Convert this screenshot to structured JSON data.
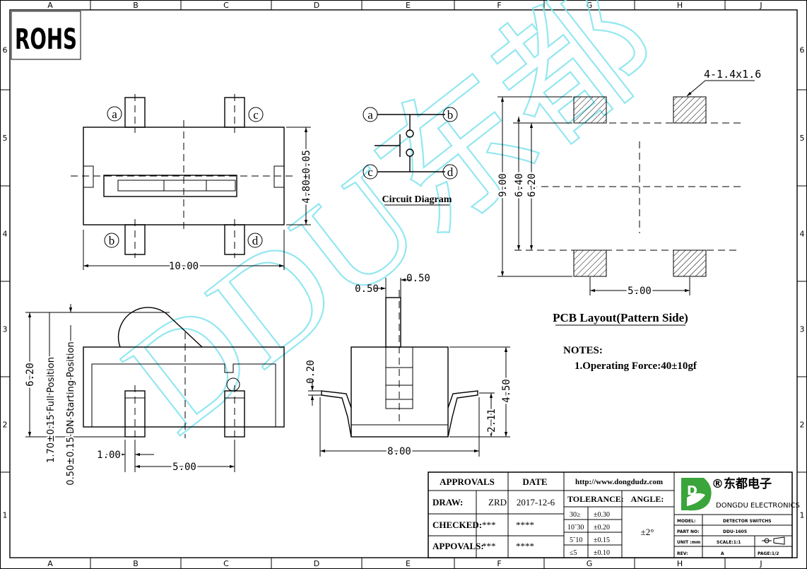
{
  "compliance_mark": "ROHS",
  "grid": {
    "columns": [
      "A",
      "B",
      "C",
      "D",
      "E",
      "F",
      "G",
      "H",
      "J"
    ],
    "rows": [
      "6",
      "5",
      "4",
      "3",
      "2",
      "1"
    ]
  },
  "pins": {
    "a": "a",
    "b": "b",
    "c": "c",
    "d": "d"
  },
  "top_view": {
    "width_dim": "10.00",
    "height_dim": "4.80±0.05"
  },
  "circuit": {
    "caption": "Circuit Diagram"
  },
  "pcb": {
    "pad_callout": "4-1.4x1.6",
    "dim_total": "9.00",
    "dim_outer": "6.40",
    "dim_inner": "6.20",
    "dim_pitch": "5.00",
    "caption": "PCB Layout(Pattern Side)"
  },
  "side_view": {
    "height_dim": "6.20",
    "full_position": "1.70±0.15  Full Position",
    "dn_position": "0.50±0.15  DN  Starting  Position",
    "pin_width": "1.00",
    "pin_pitch": "5.00"
  },
  "front_view": {
    "actuator_left": "0.50",
    "actuator_right": "0.50",
    "lead_thickness": "0.20",
    "height_dim": "4.50",
    "lead_height": "2.11",
    "width_dim": "8.00"
  },
  "notes": {
    "title": "NOTES:",
    "items": [
      "1.Operating Force:40±10gf"
    ]
  },
  "title_block": {
    "approvals_header": "APPROVALS",
    "date_header": "DATE",
    "rows": [
      {
        "label": "DRAW:",
        "name": "ZRD",
        "date": "2017-12-6"
      },
      {
        "label": "CHECKED:",
        "name": "***",
        "date": "****"
      },
      {
        "label": "APPOVALS:",
        "name": "***",
        "date": "****"
      }
    ],
    "website": "http://www.dongdudz.com",
    "tolerance_header": "TOLERANCE:",
    "angle_header": "ANGLE:",
    "tolerances": [
      {
        "range": "30≥",
        "value": "±0.30"
      },
      {
        "range": "10˜30",
        "value": "±0.20"
      },
      {
        "range": "5˜10",
        "value": "±0.15"
      },
      {
        "range": "≤5",
        "value": "±0.10"
      }
    ],
    "angle_value": "±2°",
    "company_cn": "®东都电子",
    "company_en": "DONGDU ELECTRONICS",
    "logo_letter": "D",
    "info": [
      {
        "label": "MODEL:",
        "value": "DETECTOR SWITCHS"
      },
      {
        "label": "PART NO:",
        "value": "DDU-1605"
      },
      {
        "label": "UNIT :mm",
        "value": "SCALE:1:1"
      },
      {
        "label": "REV:",
        "value": "A"
      }
    ],
    "page": "PAGE:1/2"
  },
  "watermark": "DDU东都"
}
